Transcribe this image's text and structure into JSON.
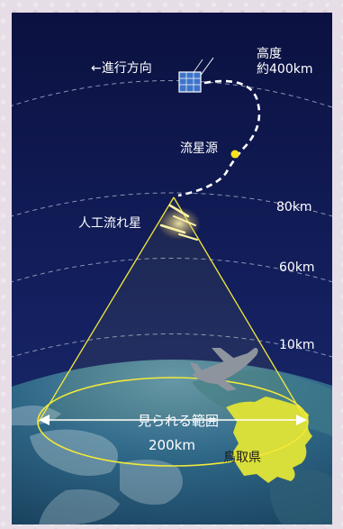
{
  "labels": {
    "direction": "←進行方向",
    "altitude_line1": "高度",
    "altitude_line2": "約400km",
    "meteor_source": "流星源",
    "artificial_meteor": "人工流れ星",
    "visible_range": "見られる範囲",
    "range_width": "200km",
    "region": "鳥取県"
  },
  "altitude_marks": [
    "80km",
    "60km",
    "10km"
  ],
  "colors": {
    "sky_top": "#0c1240",
    "sky_bottom": "#16245a",
    "cone": "#f2e93a",
    "source_dot": "#ffe01a",
    "region_fill": "#d8de3a",
    "arc_line": "#8c93b4"
  },
  "icons": [
    "satellite-icon",
    "airplane-icon",
    "meteor-streaks-icon"
  ]
}
